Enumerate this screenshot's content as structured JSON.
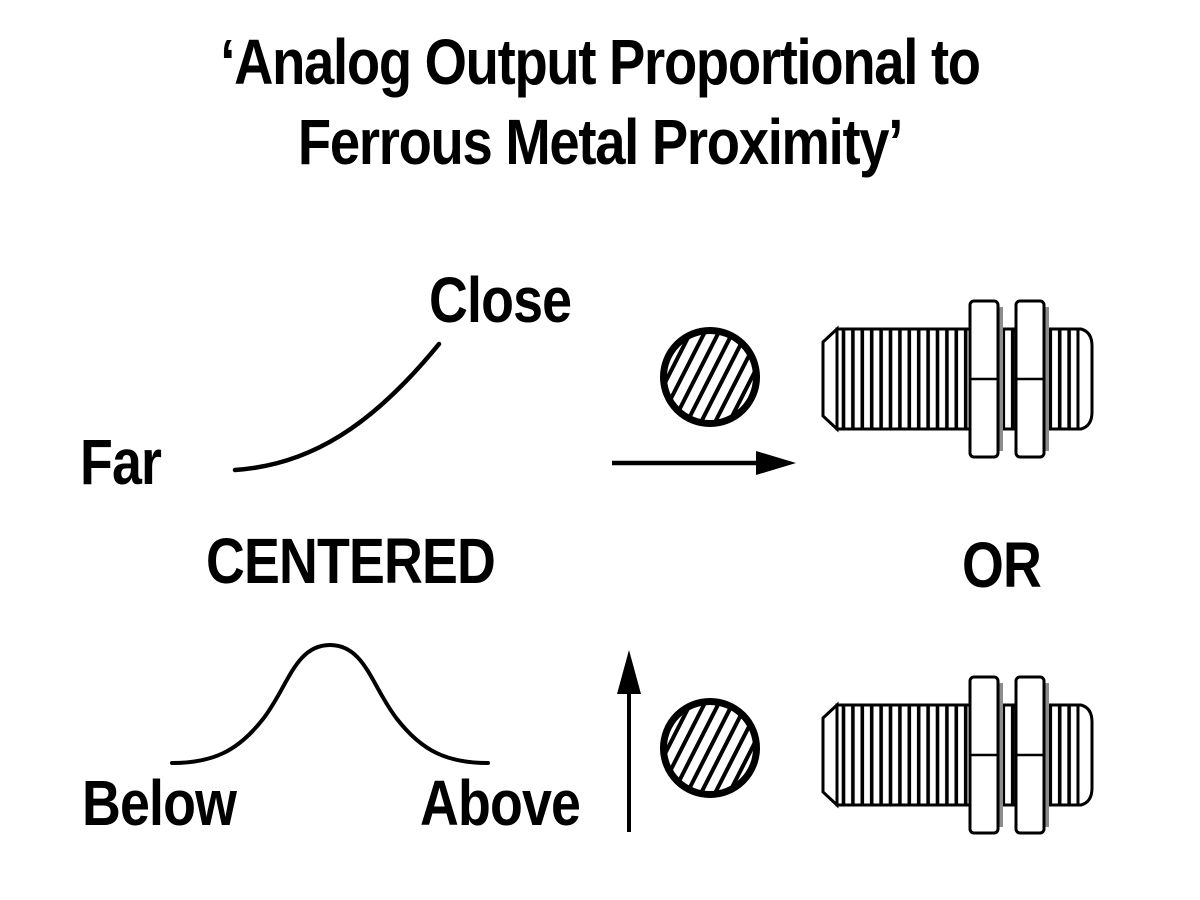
{
  "title": {
    "line1": "‘Analog Output Proportional to",
    "line2": "Ferrous Metal Proximity’"
  },
  "curves": {
    "proximity_response": {
      "shape": "exponential-rise",
      "label_far": "Far",
      "label_close": "Close"
    },
    "centered_response": {
      "heading": "CENTERED",
      "shape": "bell",
      "label_below": "Below",
      "label_above": "Above"
    }
  },
  "or_label": "OR",
  "icons": {
    "ball": "hatched-ferrous-ball",
    "sensor": "threaded-barrel-proximity-sensor",
    "right_arrow": "arrow-right",
    "up_arrow": "arrow-up"
  },
  "colors": {
    "ink": "#000000",
    "background": "#ffffff",
    "nut_shadow": "#8c8c8c"
  }
}
